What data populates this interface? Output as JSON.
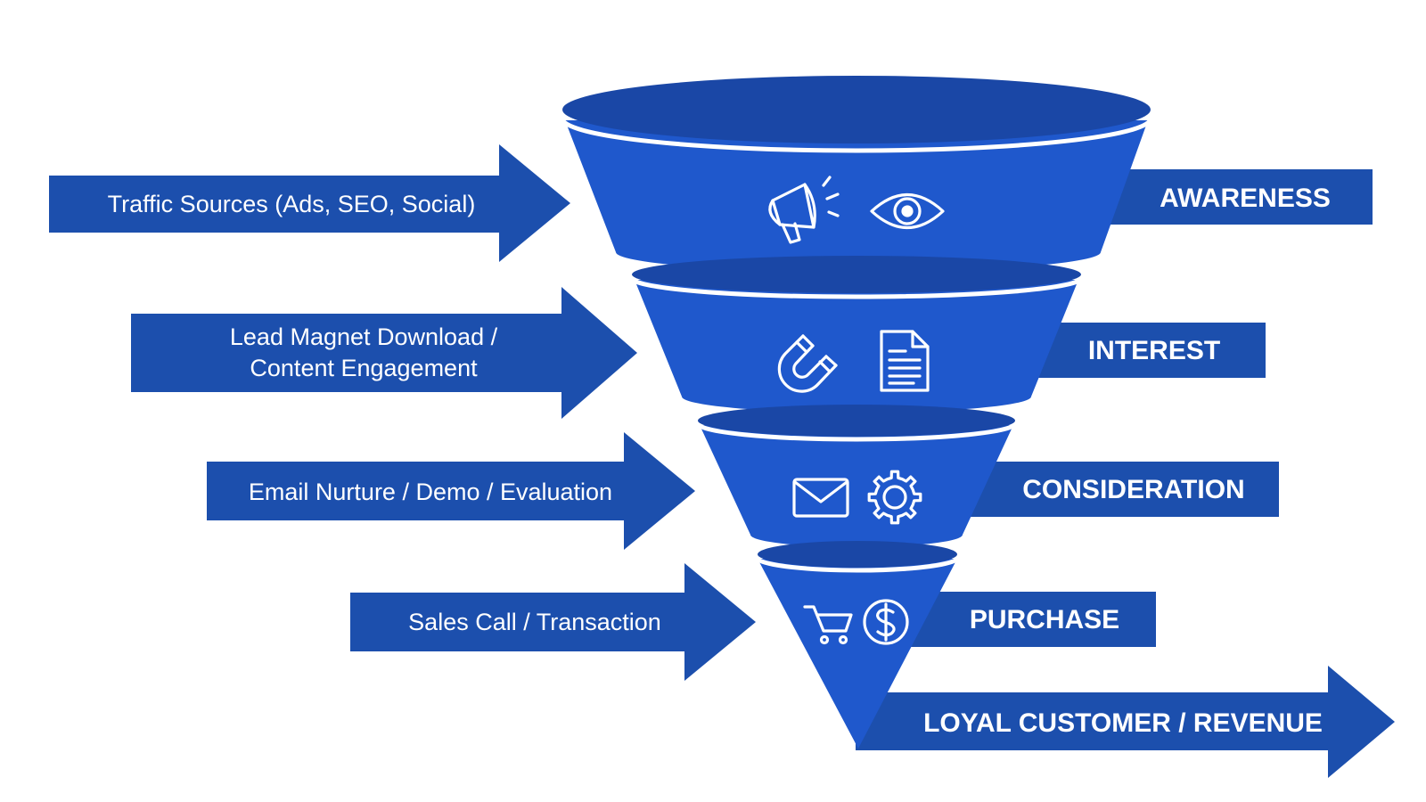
{
  "colors": {
    "arrow": "#1c4fad",
    "funnel_body": "#1f58cc",
    "funnel_rim": "#1a47a6",
    "separator": "#ffffff",
    "background": "#ffffff"
  },
  "inputs": [
    {
      "lines": [
        "Traffic Sources (Ads, SEO, Social)"
      ]
    },
    {
      "lines": [
        "Lead Magnet Download /",
        "Content Engagement"
      ]
    },
    {
      "lines": [
        "Email Nurture / Demo / Evaluation"
      ]
    },
    {
      "lines": [
        "Sales Call / Transaction"
      ]
    }
  ],
  "stages": [
    {
      "label": "AWARENESS",
      "icons": [
        "megaphone-icon",
        "eye-icon"
      ]
    },
    {
      "label": "INTEREST",
      "icons": [
        "magnet-icon",
        "document-icon"
      ]
    },
    {
      "label": "CONSIDERATION",
      "icons": [
        "envelope-icon",
        "gear-icon"
      ]
    },
    {
      "label": "PURCHASE",
      "icons": [
        "shopping-cart-icon",
        "dollar-coin-icon"
      ]
    }
  ],
  "output": {
    "label": "LOYAL CUSTOMER / REVENUE"
  }
}
